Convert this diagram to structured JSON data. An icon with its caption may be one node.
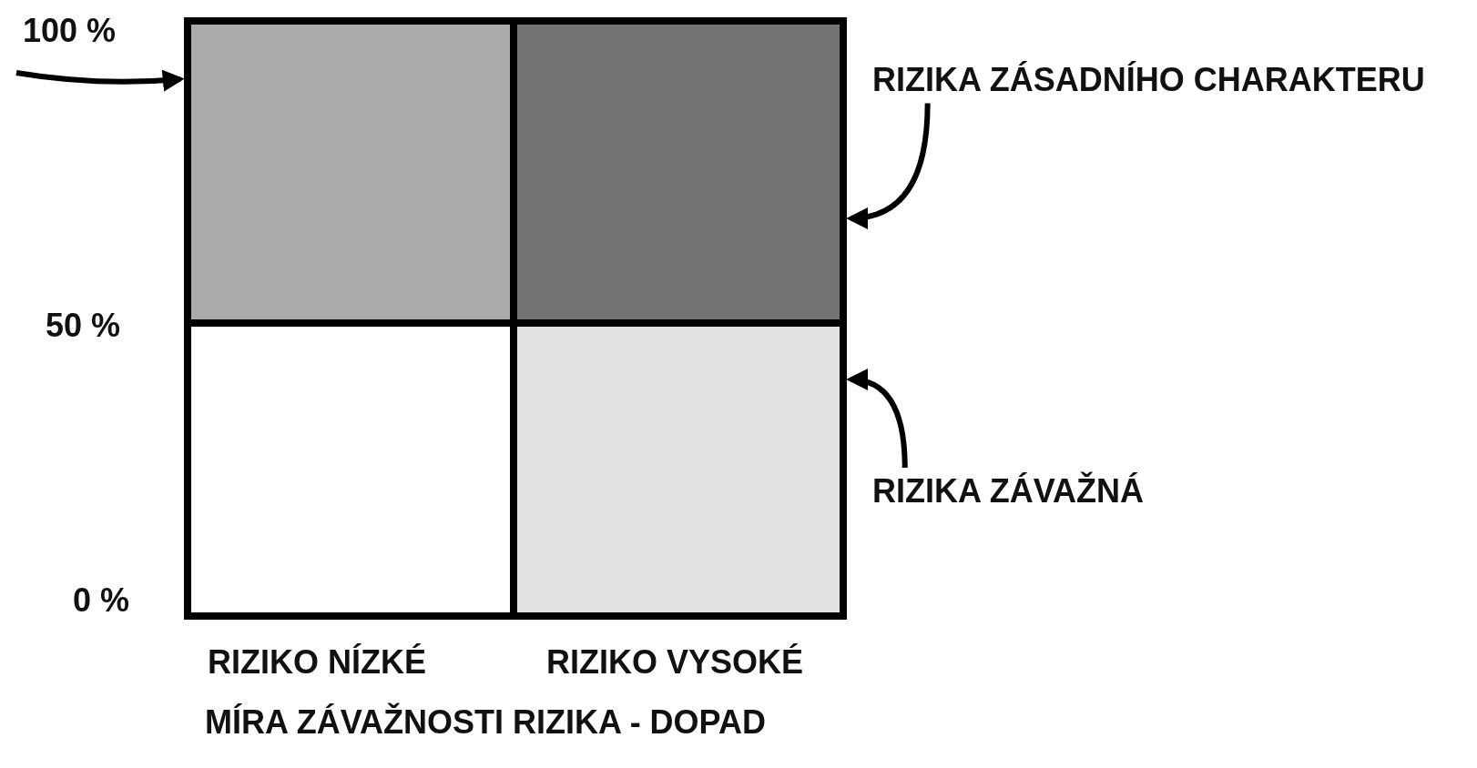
{
  "diagram": {
    "nodes": [
      {
        "text": [],
        "shape": "box"
      },
      {
        "text": [],
        "shape": "box"
      },
      {
        "text": [],
        "shape": "box"
      },
      {
        "text": [],
        "shape": "box"
      },
      {
        "text": [
          "RIZIKA ZÁSADNÍHO CHARAKTERU"
        ]
      },
      {
        "text": [
          "RIZIKA ZÁVAŽNÁ"
        ]
      }
    ],
    "edges": [
      {
        "from": null,
        "to": 0,
        "arrow": "to"
      },
      {
        "from": 4,
        "to": 1,
        "arrow": "to"
      },
      {
        "from": 5,
        "to": 3,
        "arrow": "to"
      }
    ],
    "labels": [
      "100 %",
      "50 %",
      "0 %",
      "RIZIKO NÍZKÉ",
      "RIZIKO VYSOKÉ",
      "MÍRA ZÁVAŽNOSTI RIZIKA - DOPAD"
    ]
  }
}
